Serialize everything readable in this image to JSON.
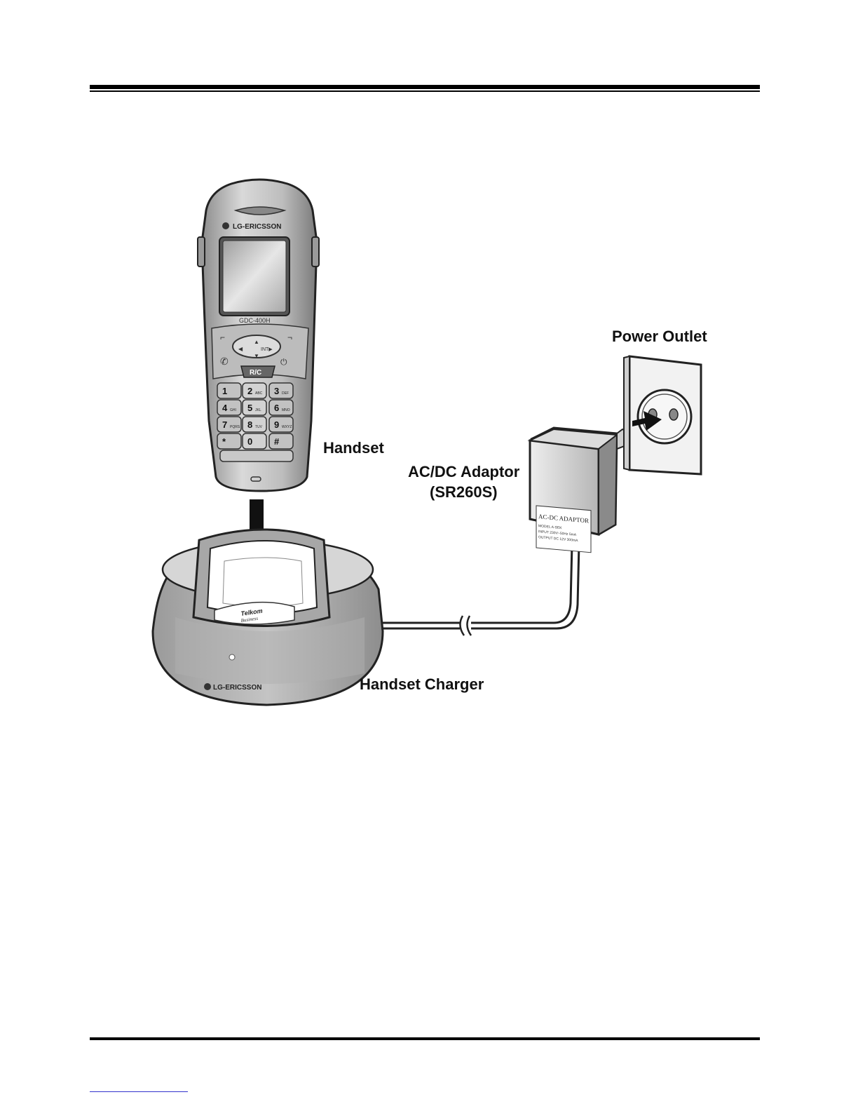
{
  "labels": {
    "power_outlet": "Power Outlet",
    "handset": "Handset",
    "adaptor_line1": "AC/DC Adaptor",
    "adaptor_line2": "(SR260S)",
    "charger": "Handset Charger"
  },
  "handset": {
    "brand": "LG-ERICSSON",
    "model": "GDC-400H",
    "rc_key": "R/C",
    "keys": [
      "1",
      "2",
      "3",
      "4",
      "5",
      "6",
      "7",
      "8",
      "9",
      "*",
      "0",
      "#"
    ],
    "key_letters": [
      "",
      "ABC",
      "DEF",
      "GHI",
      "JKL",
      "MNO",
      "PQRS",
      "TUV",
      "WXYZ",
      "",
      "",
      ""
    ]
  },
  "charger": {
    "brand": "LG-ERICSSON",
    "logo_line1": "Telkom",
    "logo_line2": "Business"
  },
  "adaptor": {
    "title": "AC-DC ADAPTOR",
    "spec_lines": [
      "MODEL   A-SEK",
      "INPUT   230V~50Hz 5mA",
      "OUTPUT  DC 12V  300mA"
    ]
  },
  "icons": [
    "arrow-down-icon",
    "arrow-right-icon",
    "cable-break-icon"
  ]
}
